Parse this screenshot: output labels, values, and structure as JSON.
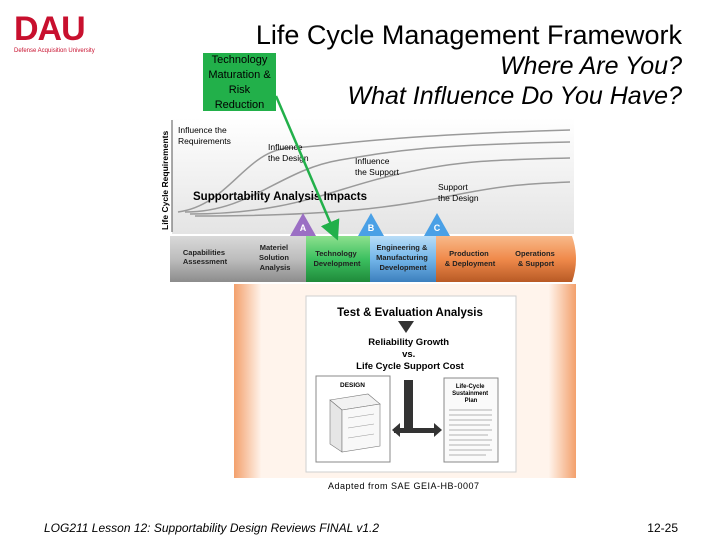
{
  "logo": {
    "text": "DAU",
    "subtitle": "Defense Acquisition University"
  },
  "title": "Life Cycle Management Framework",
  "subtitle_1": "Where Are You?",
  "subtitle_2": "What Influence Do You Have?",
  "callout": [
    "Technology",
    "Maturation &",
    "Risk",
    "Reduction"
  ],
  "figure": {
    "y_axis_label": "Life Cycle Requirements",
    "curve_labels": [
      [
        "Influence the",
        "Requirements"
      ],
      [
        "Influence",
        "the Design"
      ],
      [
        "Influence",
        "the Support"
      ],
      [
        "Support",
        "the Design"
      ]
    ],
    "impacts_label": "Supportability Analysis Impacts",
    "milestones": [
      "A",
      "B",
      "C"
    ],
    "phases": [
      [
        "Capabilities",
        "Assessment"
      ],
      [
        "Materiel",
        "Solution",
        "Analysis"
      ],
      [
        "Technology",
        "Development"
      ],
      [
        "Engineering &",
        "Manufacturing",
        "Development"
      ],
      [
        "Production",
        "& Deployment"
      ],
      [
        "Operations",
        "& Support"
      ]
    ],
    "te_title": "Test & Evaluation Analysis",
    "te_sub": [
      "Reliability Growth",
      "vs.",
      "Life Cycle Support Cost"
    ],
    "design_label": "DESIGN",
    "plan_label": [
      "Life-Cycle",
      "Sustainment",
      "Plan"
    ]
  },
  "adapted": "Adapted from SAE GEIA-HB-0007",
  "footer": {
    "left": "LOG211 Lesson 12: Supportability Design Reviews FINAL v1.2",
    "right": "12-25"
  },
  "colors": {
    "dau_red": "#c8102e",
    "callout_green": "#22b04a",
    "purple": "#9b6fc4",
    "blue": "#4aa0e6",
    "orange": "#f08a4b"
  }
}
